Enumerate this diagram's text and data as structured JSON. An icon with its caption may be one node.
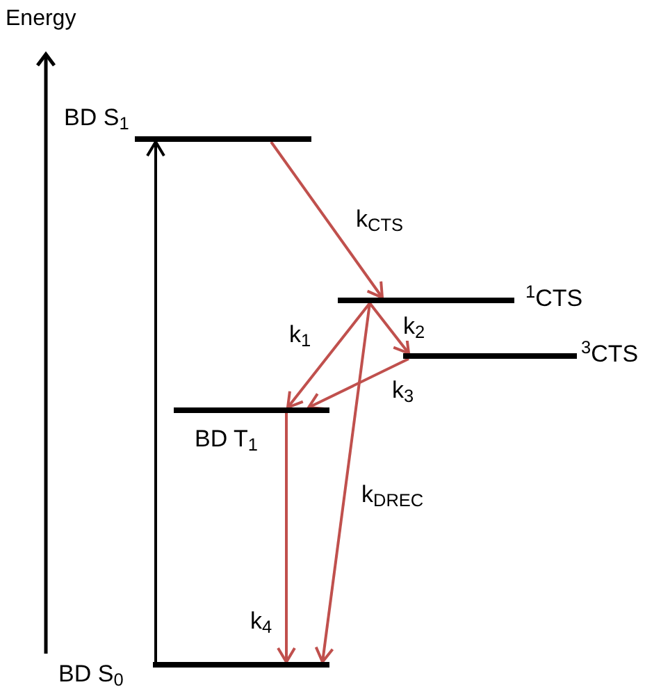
{
  "diagram": {
    "nodes": [
      {
        "text": [],
        "shape": "bar",
        "beside": [
          "BD S$_{1}$"
        ]
      },
      {
        "text": [],
        "shape": "bar",
        "beside": [
          "$^{1}$CTS"
        ]
      },
      {
        "text": [],
        "shape": "bar",
        "beside": [
          "$^{3}$CTS"
        ]
      },
      {
        "text": [],
        "shape": "bar",
        "beside": [
          "BD T$_{1}$"
        ]
      },
      {
        "text": [],
        "shape": "bar",
        "beside": [
          "BD S$_{0}$"
        ]
      }
    ],
    "edges": [
      {
        "from": 4,
        "to": 0,
        "arrow": "to",
        "color": "#000000"
      },
      {
        "from": 0,
        "to": 1,
        "arrow": "to",
        "label": "k$_{CTS}$"
      },
      {
        "from": 1,
        "to": 3,
        "arrow": "to",
        "label": "k$_{1}$"
      },
      {
        "from": 1,
        "to": 2,
        "arrow": "to",
        "label": "k$_{2}$"
      },
      {
        "from": 2,
        "to": 3,
        "arrow": "to",
        "label": "k$_{3}$"
      },
      {
        "from": 3,
        "to": 4,
        "arrow": "to",
        "label": "k$_{4}$"
      },
      {
        "from": 1,
        "to": 4,
        "arrow": "to",
        "label": "k$_{DREC}$"
      }
    ],
    "labels": [
      "Energy"
    ]
  }
}
